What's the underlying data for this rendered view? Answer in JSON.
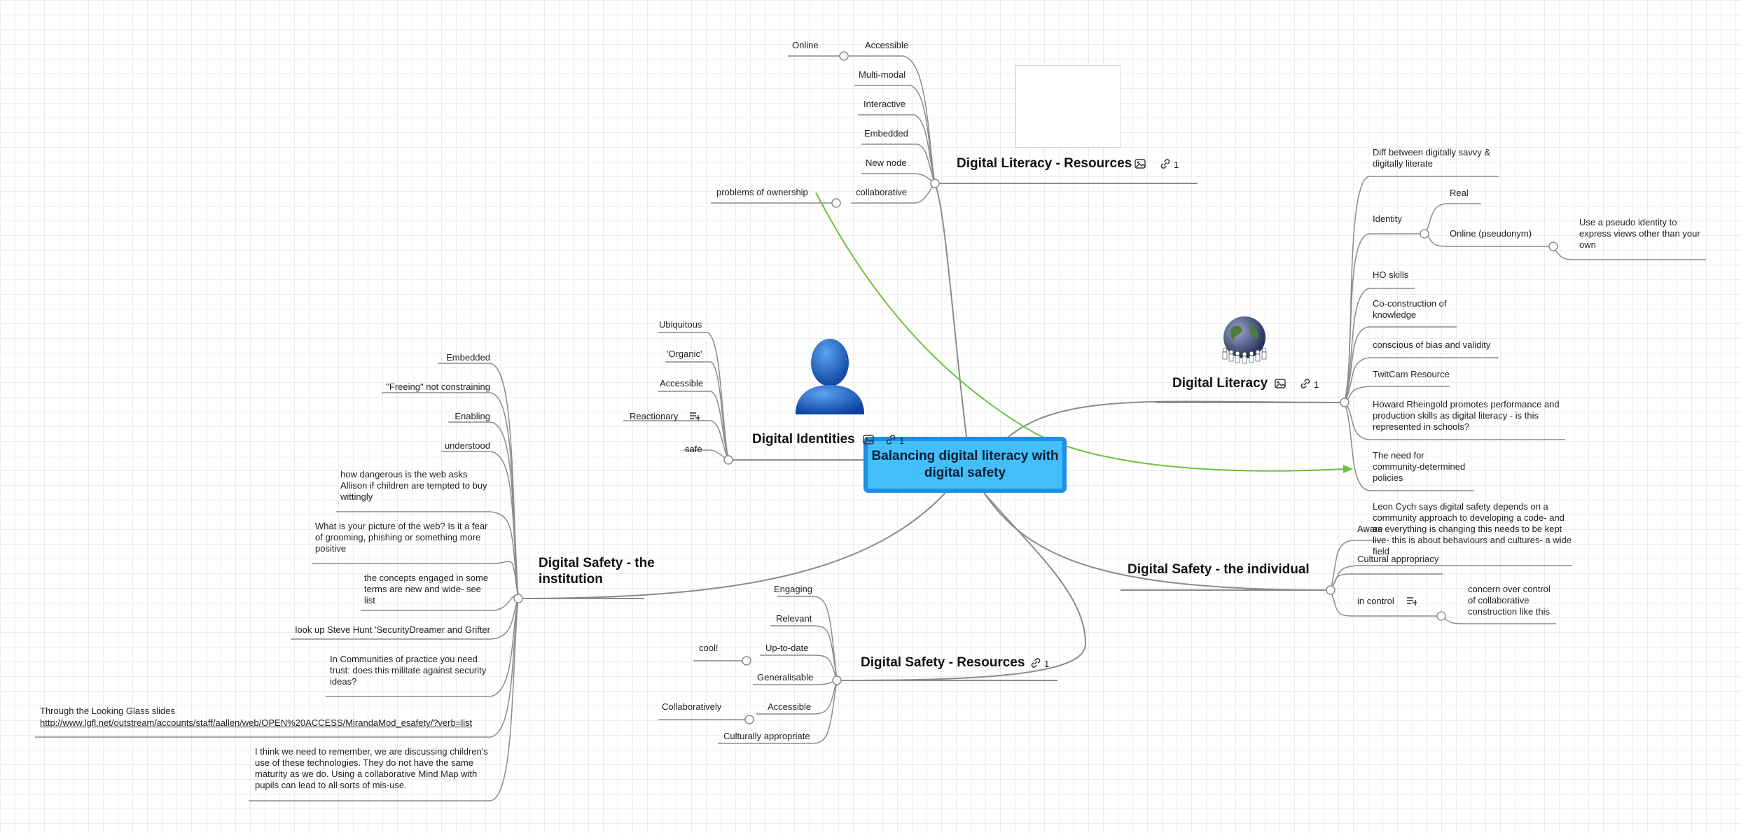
{
  "center": "Balancing digital literacy with digital safety",
  "resources": {
    "title": "Digital Literacy - Resources",
    "link_count": "1",
    "items": [
      "Accessible",
      "Multi-modal",
      "Interactive",
      "Embedded",
      "New node",
      "collaborative"
    ],
    "online": "Online",
    "ownership": "problems of ownership"
  },
  "literacy": {
    "title": "Digital Literacy",
    "link_count": "1",
    "savvy": "Diff between digitally savvy & digitally literate",
    "identity": "Identity",
    "real": "Real",
    "online": "Online (pseudonym)",
    "pseudo": "Use a pseudo identity to express views other than your own",
    "ho": "HO skills",
    "coconstruction": "Co-construction of knowledge",
    "bias": "conscious of bias and validity",
    "twitcam": "TwitCam Resource",
    "howard": "Howard Rheingold promotes performance and production skills as digital literacy - is this represented in schools?",
    "policies": "The need for community-determined policies"
  },
  "identities": {
    "title": "Digital Identities",
    "link_count": "1",
    "items": [
      "Ubiquitous",
      "'Organic'",
      "Accessible",
      "Reactionary",
      "safe"
    ]
  },
  "individual": {
    "title": "Digital Safety - the individual",
    "aware": "Aware",
    "leon": "Leon Cych says digital safety depends on a community approach to developing a code- and as everything is changing this needs to be kept live- this is about behaviours and cultures- a wide field",
    "cultural": "Cultural appropriacy",
    "control": "in control",
    "concern": "concern over control of collaborative construction like this"
  },
  "institution": {
    "title": "Digital Safety - the institution",
    "items": [
      "Embedded",
      "\"Freeing\" not constraining",
      "Enabling",
      "understood",
      "how dangerous is the web asks Allison if children are tempted to buy wittingly",
      "What is your picture of the web? Is it a fear of grooming, phishing or something more positive",
      "the concepts engaged in some terms are new and wide- see list",
      "look up Steve Hunt 'SecurityDreamer and Grifter",
      "In Communities of practice you need trust: does this militate against security ideas?",
      "Through the Looking Glass slides",
      "I think we need to remember, we are discussing children's use of these technologies. They do not have the same maturity as we do. Using a collaborative Mind Map with pupils can lead to all sorts of mis-use."
    ],
    "url": "http://www.lgfl.net/outstream/accounts/staff/aallen/web/OPEN%20ACCESS/MirandaMod_esafety/?verb=list"
  },
  "safety_resources": {
    "title": "Digital Safety - Resources",
    "link_count": "1",
    "items": [
      "Engaging",
      "Relevant",
      "Up-to-date",
      "Generalisable",
      "Accessible",
      "Culturally appropriate"
    ],
    "cool": "cool!",
    "collab": "Collaboratively"
  },
  "colors": {
    "center_fill": "#44bef8",
    "center_border": "#1e8fe6",
    "edge": "#8c8c8c",
    "relation": "#6cc23a"
  },
  "icons": [
    "image-icon",
    "link-icon",
    "note-icon",
    "person-icon",
    "globe-icon"
  ]
}
